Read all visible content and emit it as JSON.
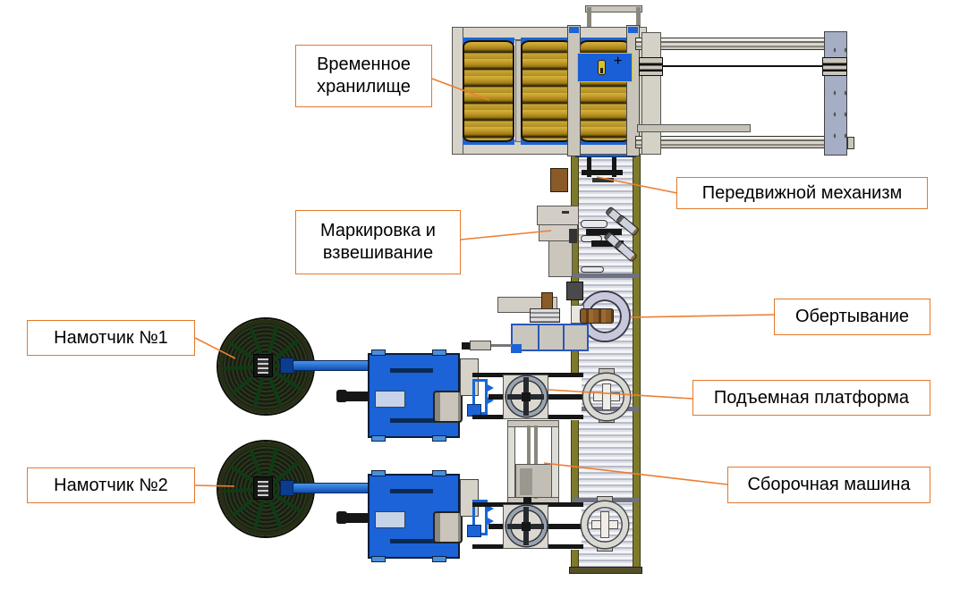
{
  "page": {
    "type": "equipment-layout-diagram",
    "language": "ru",
    "background": "#ffffff"
  },
  "labels": {
    "temporary_storage": "Временное хранилище",
    "movable_mechanism": "Передвижной механизм",
    "marking_weighing": "Маркировка и взвешивание",
    "wrapping": "Обертывание",
    "lifting_platform": "Подъемная платформа",
    "assembly_machine": "Сборочная машина",
    "winder_1": "Намотчик №1",
    "winder_2": "Намотчик №2"
  },
  "annotations": {
    "plus_marker": "+"
  },
  "icons": {
    "carriage_handle": "handle-icon",
    "plus_marker": "crosshair-plus-icon"
  },
  "colors": {
    "label_border": "#E4782A",
    "callout_line": "#ED7D31",
    "machine_blue": "#1B63D6",
    "coil_gold": "#C19A2B",
    "conveyor_rail_olive": "#7E7A2B",
    "roller_gray": "#D9DAE2",
    "reel_dark_green": "#222B18",
    "frame_gray": "#D6D2C8",
    "end_plate_blue_gray": "#A6AEC6"
  }
}
